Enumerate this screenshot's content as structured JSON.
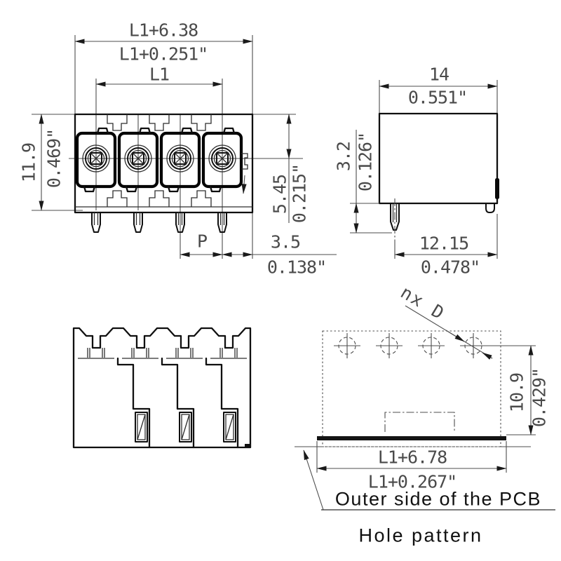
{
  "drawing": {
    "type": "technical-drawing",
    "colors": {
      "outline": "#000000",
      "dimension_text": "#4a4a4a",
      "caption_text": "#101010"
    },
    "front_view": {
      "width_outer_mm": "L1+6.38",
      "width_outer_in": "L1+0.251\"",
      "l1": "L1",
      "height_mm": "11.9",
      "height_in": "0.469\"",
      "screw_axis_mm": "5.45",
      "screw_axis_in": "0.215\"",
      "pitch": "P",
      "edge_offset_mm": "3.5",
      "edge_offset_in": "0.138\""
    },
    "side_view": {
      "depth_mm": "14",
      "depth_in": "0.551\"",
      "pin_length_mm": "3.2",
      "pin_length_in": "0.126\"",
      "depth_offset_mm": "12.15",
      "depth_offset_in": "0.478\""
    },
    "hole_pattern": {
      "holes_label": "nx D",
      "row_offset_mm": "10.9",
      "row_offset_in": "0.429\"",
      "width_mm": "L1+6.78",
      "width_in": "L1+0.267\"",
      "pcb_note": "Outer side of the PCB",
      "caption": "Hole pattern"
    }
  }
}
